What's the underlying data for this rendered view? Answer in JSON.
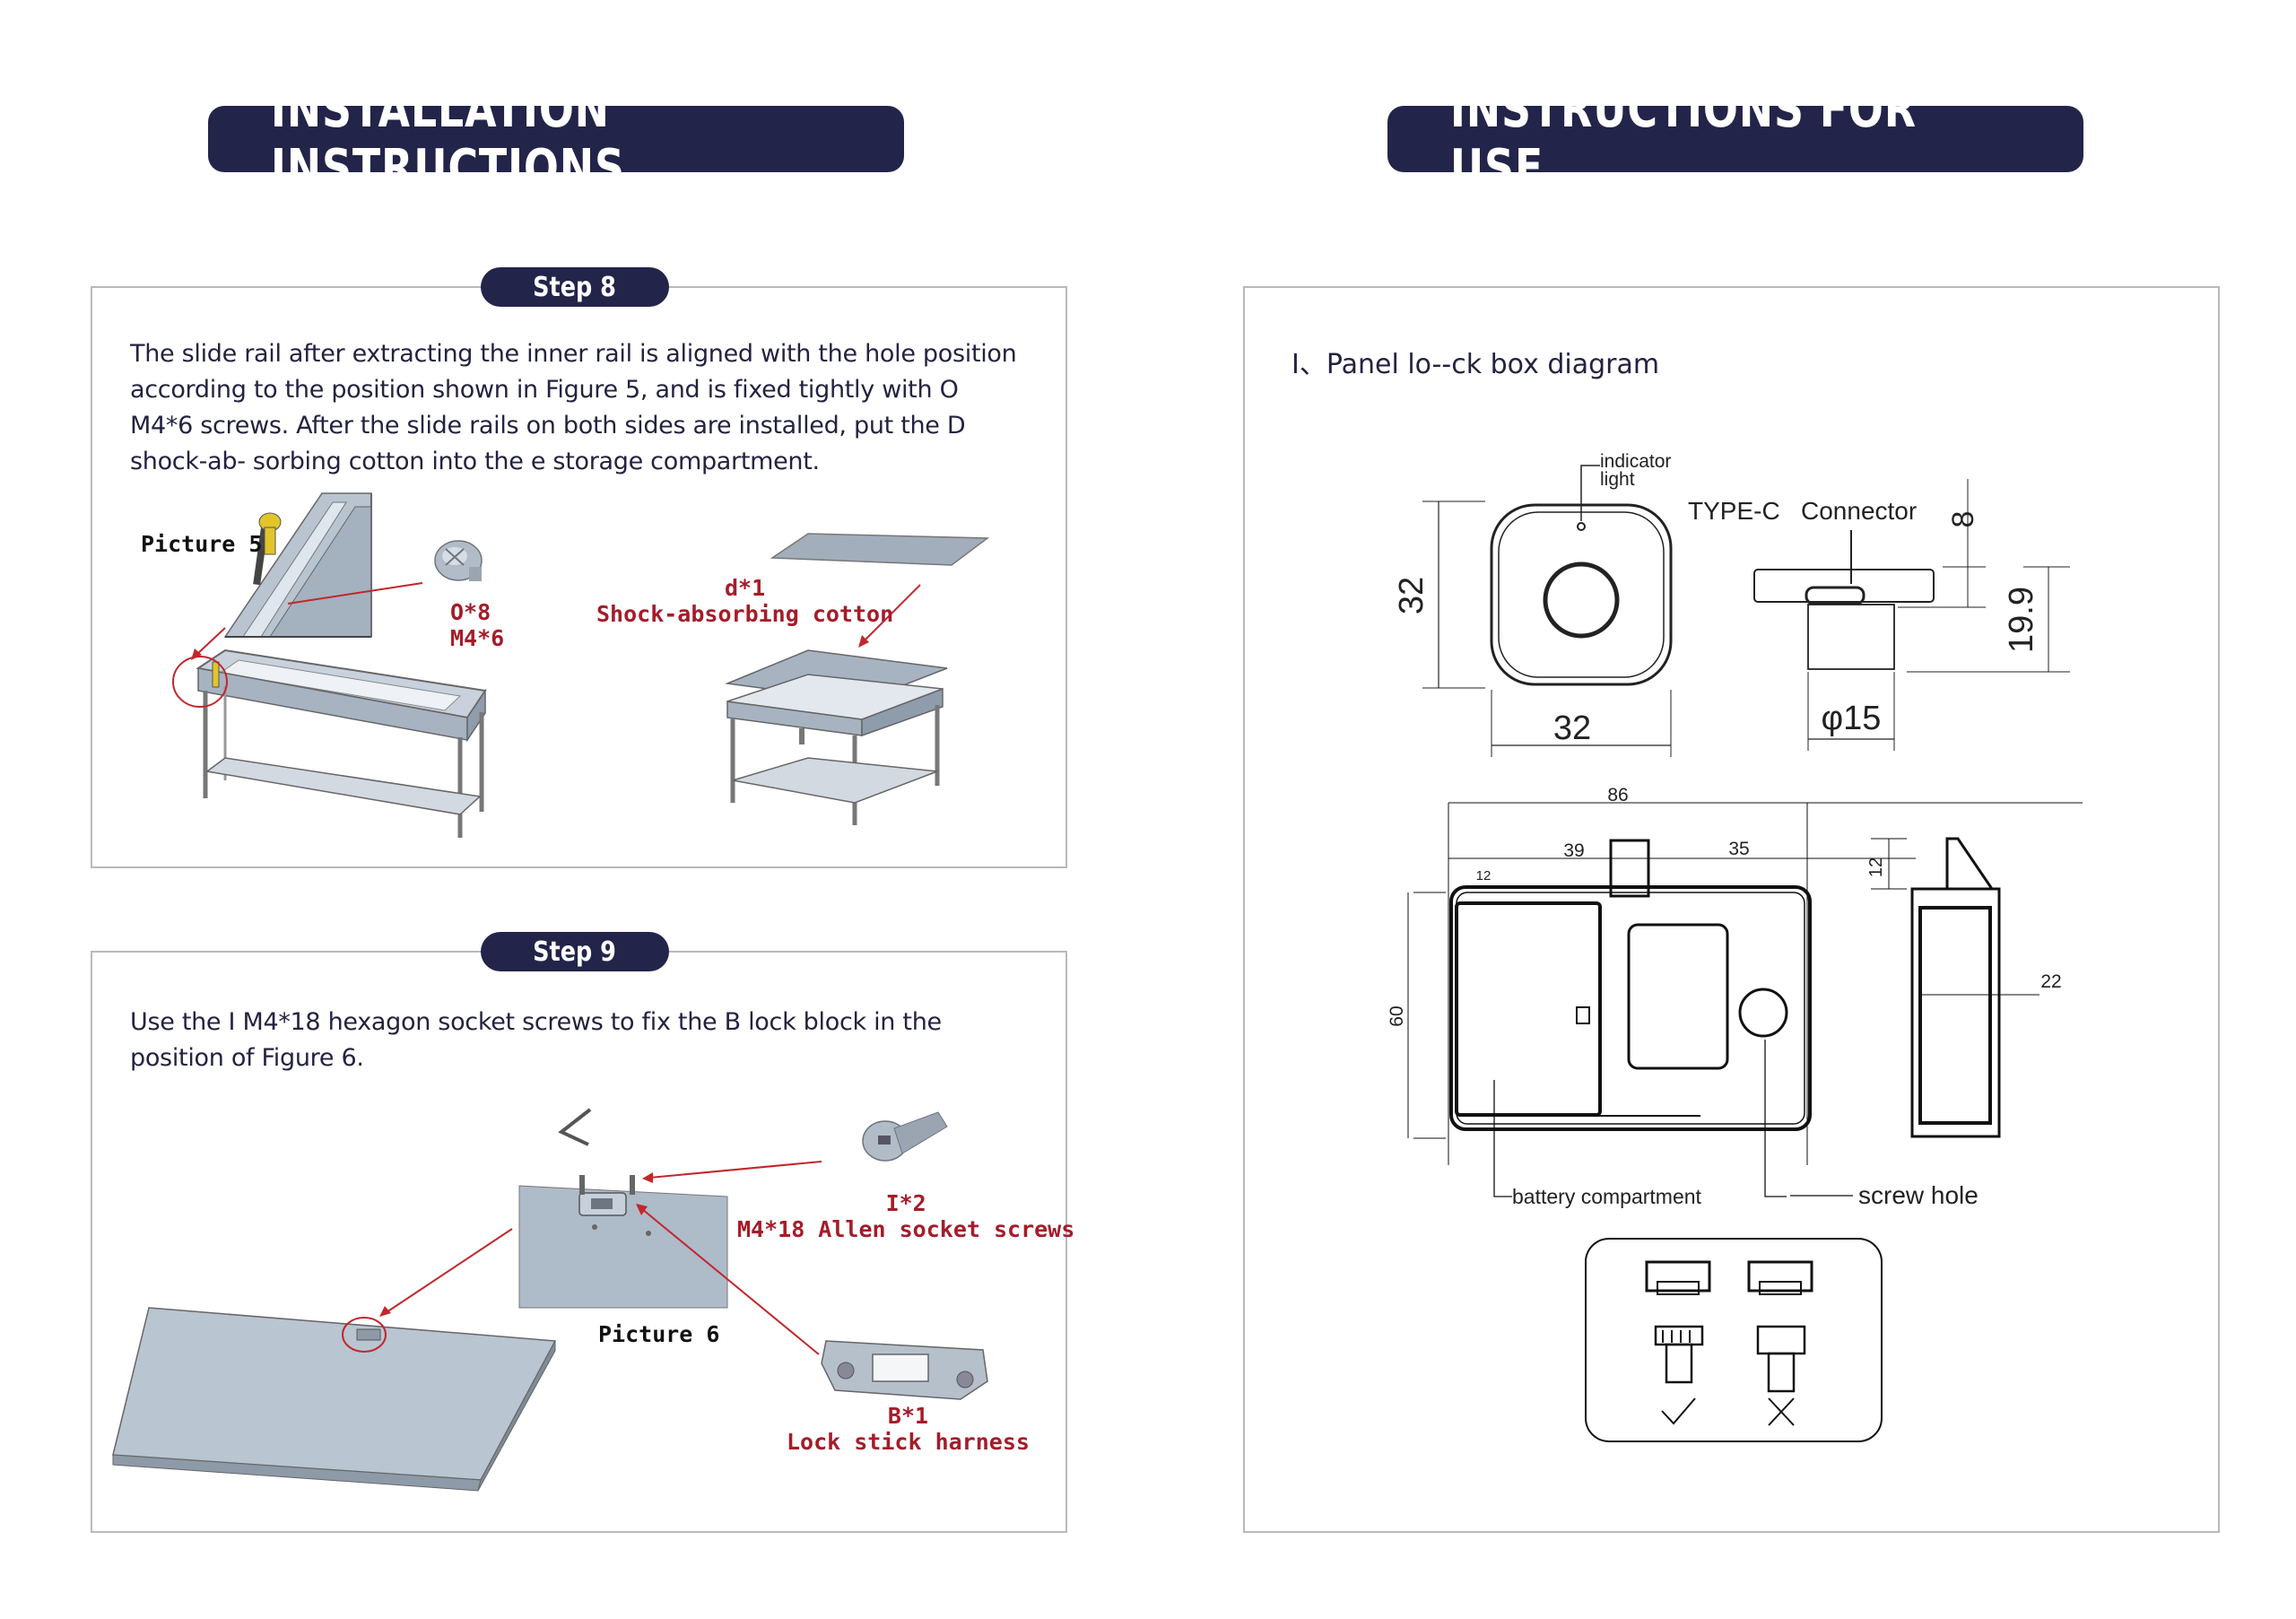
{
  "headers": {
    "left": "INSTALLATION INSTRUCTIONS",
    "right": "INSTRUCTIONS FOR USE"
  },
  "step8": {
    "label": "Step 8",
    "text": "The slide rail after extracting the inner rail is aligned with the hole position according to the position shown in Figure 5, and is fixed tightly with O M4*6 screws. After the slide rails on both sides are installed, put the D shock-ab- sorbing cotton into the e storage compartment.",
    "picture_label": "Picture  5",
    "screw_label": [
      "O*8",
      "M4*6"
    ],
    "cotton_label": [
      "d*1",
      "Shock-absorbing  cotton"
    ]
  },
  "step9": {
    "label": "Step 9",
    "text": "Use the I M4*18 hexagon socket screws to fix the B lock block in the position of Figure 6.",
    "screw_label": [
      "I*2",
      "M4*18  Allen  socket  screws"
    ],
    "picture_label": "Picture  6",
    "harness_label": [
      "B*1",
      "Lock  stick  harness"
    ]
  },
  "lock_diagram": {
    "heading": "I、Panel lo--ck box diagram",
    "indicator_label": [
      "indicator",
      "light"
    ],
    "typec_label": "TYPE-C   Connector",
    "dims": {
      "front_height": "32",
      "front_width": "32",
      "connector_top": "8",
      "connector_height": "19.9",
      "diameter": "φ15",
      "total_width": "86",
      "left_part": "39",
      "right_part": "35",
      "small": "12",
      "side_12": "12",
      "height_60": "60",
      "depth_22": "22"
    },
    "battery_label": "battery compartment",
    "screw_hole_label": "screw hole",
    "check_icon": "check-mark-icon",
    "cross_icon": "cross-mark-icon"
  }
}
